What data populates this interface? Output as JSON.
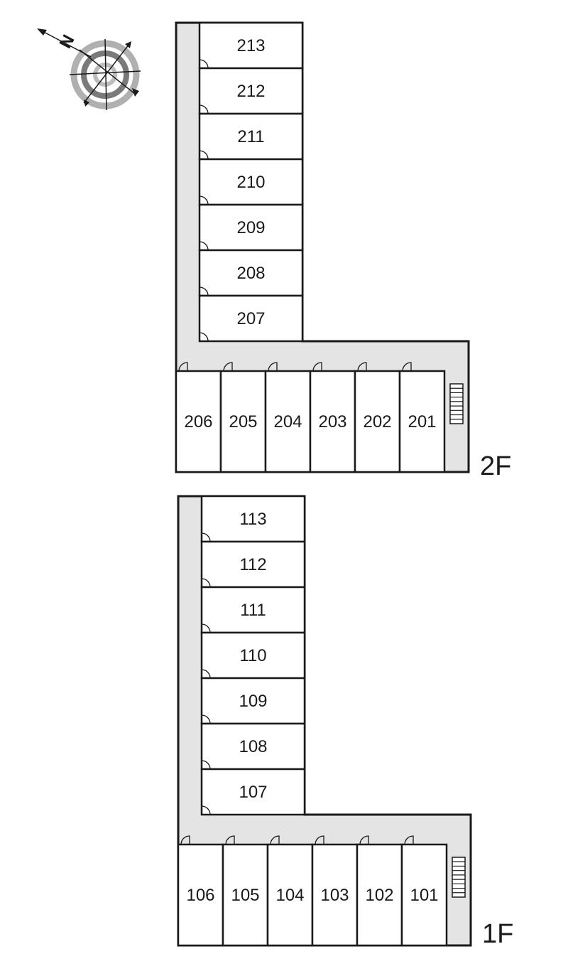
{
  "compass": {
    "north_label": "N",
    "icon": "compass-rose-icon"
  },
  "floors": [
    {
      "label": "2F",
      "rooms_vertical": [
        "213",
        "212",
        "211",
        "210",
        "209",
        "208",
        "207"
      ],
      "rooms_horizontal": [
        "206",
        "205",
        "204",
        "203",
        "202",
        "201"
      ]
    },
    {
      "label": "1F",
      "rooms_vertical": [
        "113",
        "112",
        "111",
        "110",
        "109",
        "108",
        "107"
      ],
      "rooms_horizontal": [
        "106",
        "105",
        "104",
        "103",
        "102",
        "101"
      ]
    }
  ],
  "colors": {
    "corridor": "#e4e4e4",
    "line": "#1a1a1a"
  }
}
